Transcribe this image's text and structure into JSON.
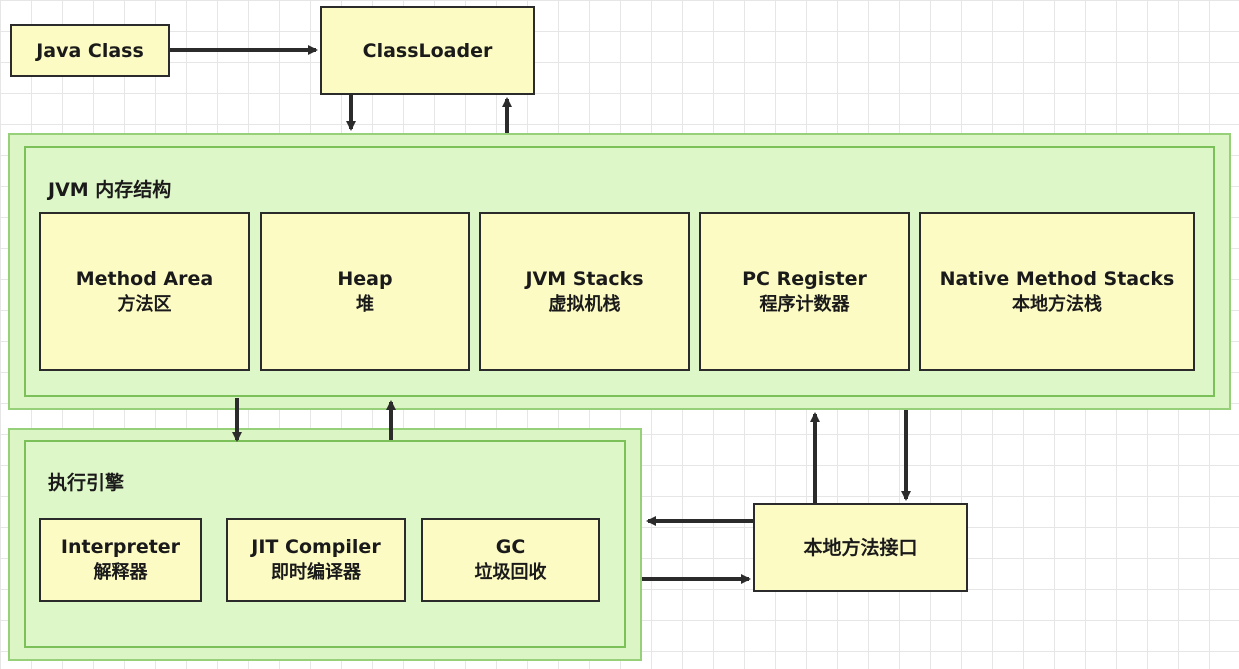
{
  "java_class": {
    "label": "Java Class"
  },
  "classloader": {
    "label": "ClassLoader"
  },
  "memory": {
    "title": "JVM 内存结构",
    "areas": [
      {
        "en": "Method Area",
        "zh": "方法区"
      },
      {
        "en": "Heap",
        "zh": "堆"
      },
      {
        "en": "JVM Stacks",
        "zh": "虚拟机栈"
      },
      {
        "en": "PC Register",
        "zh": "程序计数器"
      },
      {
        "en": "Native Method Stacks",
        "zh": "本地方法栈"
      }
    ]
  },
  "engine": {
    "title": "执行引擎",
    "parts": [
      {
        "en": "Interpreter",
        "zh": "解释器"
      },
      {
        "en": "JIT Compiler",
        "zh": "即时编译器"
      },
      {
        "en": "GC",
        "zh": "垃圾回收"
      }
    ]
  },
  "native_interface": {
    "label": "本地方法接口"
  },
  "colors": {
    "box_fill": "#fdfbc4",
    "panel_fill": "#dcf5c5",
    "panel_border": "#96d179",
    "stroke": "#2b2b2b"
  }
}
